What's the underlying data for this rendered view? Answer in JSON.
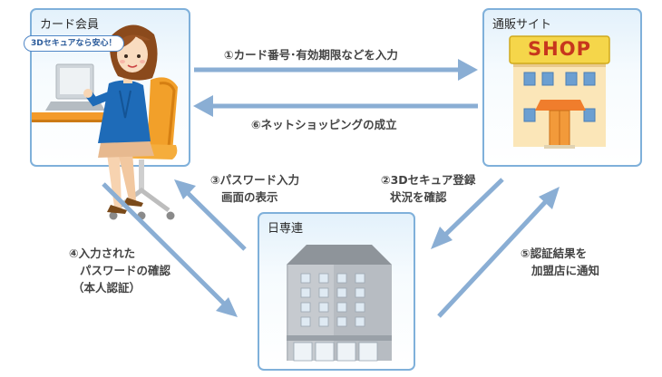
{
  "boxes": {
    "member": {
      "title": "カード会員"
    },
    "shop": {
      "title": "通販サイト"
    },
    "nissenren": {
      "title": "日専連"
    }
  },
  "bubble": "3Dセキュアなら安心！",
  "shop_sign": "SHOP",
  "steps": {
    "s1": "①カード番号･有効期限などを入力",
    "s2": [
      "②3Dセキュア登録",
      "状況を確認"
    ],
    "s3": [
      "③パスワード入力",
      "画面の表示"
    ],
    "s4": [
      "④入力された",
      "パスワードの確認",
      "（本人認証）"
    ],
    "s5": [
      "⑤認証結果を",
      "加盟店に通知"
    ],
    "s6": "⑥ネットショッピングの成立"
  },
  "colors": {
    "arrow": "#8aaed4",
    "box_border": "#7fb0da"
  }
}
